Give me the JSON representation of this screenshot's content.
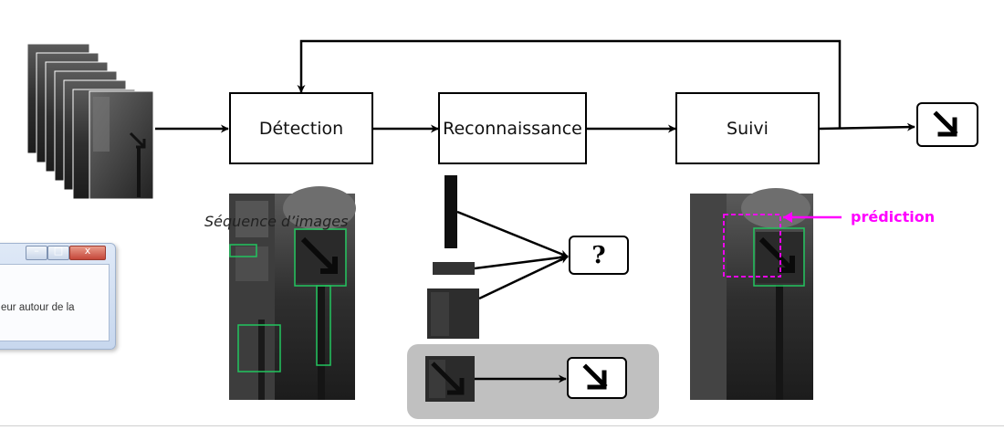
{
  "diagram": {
    "steps": {
      "detection": "Détection",
      "recognition": "Reconnaissance",
      "tracking": "Suivi"
    },
    "sequence_label": "Séquence d’images",
    "prediction_label": "prédiction",
    "unknown_symbol": "?",
    "dialog_text": "eur autour de la"
  },
  "colors": {
    "detection_box": "#22c55e",
    "prediction": "#ff00ff",
    "arrow": "#000000",
    "panel": "#c0c0c0"
  },
  "icons": {
    "result_sign": "arrow-down-right-icon",
    "sequence": "image-stack-icon",
    "question": "question-mark-icon"
  }
}
